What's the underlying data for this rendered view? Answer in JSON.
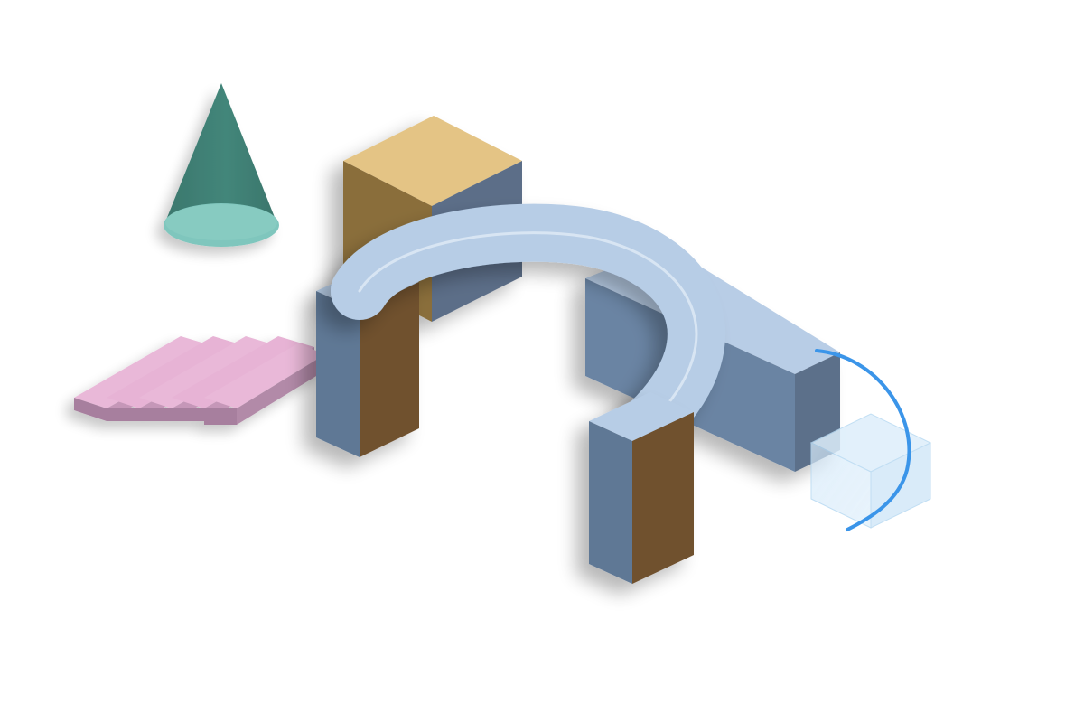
{
  "scene": {
    "description_text": "",
    "background_color": "#ffffff",
    "objects": [
      {
        "name": "cone",
        "color_top": "#3f7f74",
        "color_base": "#7fc6bd"
      },
      {
        "name": "tan-cube",
        "color_top": "#e4c485",
        "color_left": "#8a6e3b",
        "color_right": "#5b6e88"
      },
      {
        "name": "left-pillar",
        "color_left": "#5f7895",
        "color_right": "#70512f"
      },
      {
        "name": "right-pillar",
        "color_left": "#5f7895",
        "color_right": "#70512f"
      },
      {
        "name": "long-beam",
        "color_top": "#b8cde6",
        "color_front": "#6b84a3",
        "color_end": "#5b6f8a"
      },
      {
        "name": "arch-tube",
        "color": "#b7cde6",
        "highlight": "#dce8f4"
      },
      {
        "name": "pink-steps",
        "color_top": "#e7b3d5",
        "color_side": "#b08aa7",
        "count": 5
      },
      {
        "name": "glass-cube",
        "color": "#cfe6f8",
        "edge": "#a9cfee"
      },
      {
        "name": "blue-curve",
        "color": "#3b95e9"
      }
    ]
  }
}
